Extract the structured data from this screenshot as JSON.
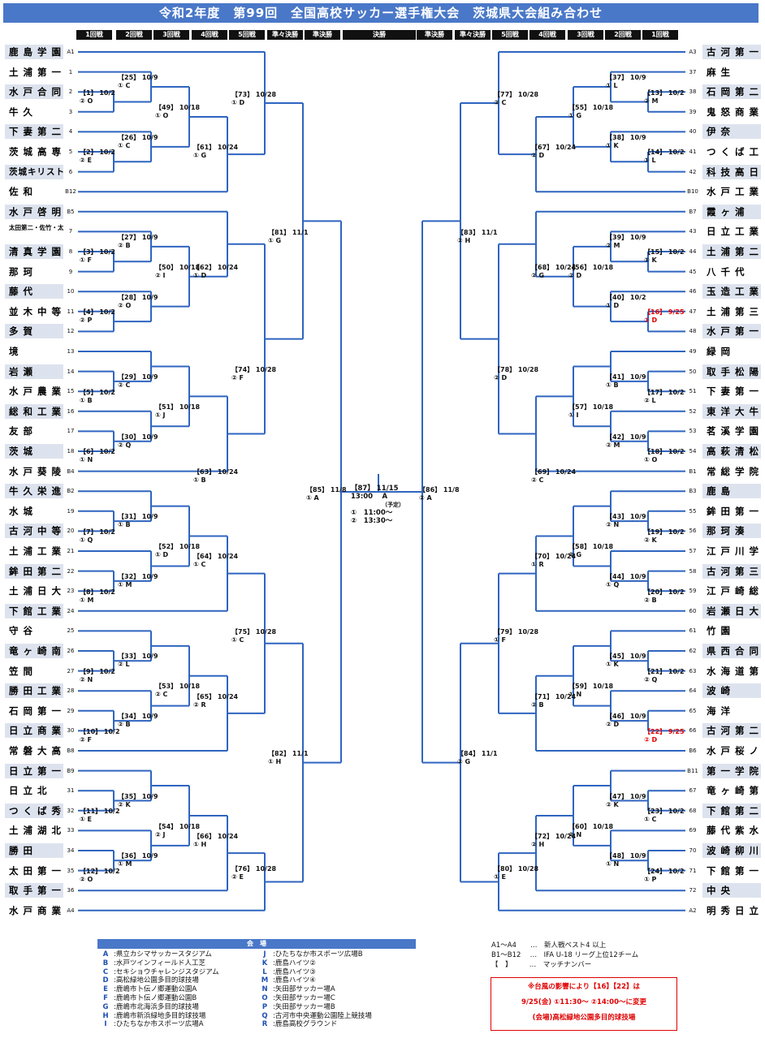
{
  "title": "令和2年度　第99回　全国高校サッカー選手権大会　茨城県大会組み合わせ",
  "round_headers_left": [
    "1回戦",
    "2回戦",
    "3回戦",
    "4回戦",
    "5回戦",
    "準々決勝",
    "準決勝",
    "決勝"
  ],
  "round_headers_right": [
    "準決勝",
    "準々決勝",
    "5回戦",
    "4回戦",
    "3回戦",
    "2回戦",
    "1回戦"
  ],
  "left_teams": [
    {
      "name": "鹿島学園",
      "seed": "A1"
    },
    {
      "name": "土浦第一",
      "seed": "1"
    },
    {
      "name": "水戸合同",
      "seed": "2"
    },
    {
      "name": "牛久",
      "seed": "3"
    },
    {
      "name": "下妻第二",
      "seed": "4"
    },
    {
      "name": "茨城高専",
      "seed": "5"
    },
    {
      "name": "茨城キリスト",
      "seed": "6"
    },
    {
      "name": "佐和",
      "seed": "B12"
    },
    {
      "name": "水戸啓明",
      "seed": "B5"
    },
    {
      "name": "太田第二・佐竹・太田西山",
      "seed": "7"
    },
    {
      "name": "清真学園",
      "seed": "8"
    },
    {
      "name": "那珂",
      "seed": "9"
    },
    {
      "name": "藤代",
      "seed": "10"
    },
    {
      "name": "並木中等",
      "seed": "11"
    },
    {
      "name": "多賀",
      "seed": "12"
    },
    {
      "name": "境",
      "seed": "13"
    },
    {
      "name": "岩瀬",
      "seed": "14"
    },
    {
      "name": "水戸農業",
      "seed": "15"
    },
    {
      "name": "総和工業",
      "seed": "16"
    },
    {
      "name": "友部",
      "seed": "17"
    },
    {
      "name": "茨城",
      "seed": "18"
    },
    {
      "name": "水戸葵陵",
      "seed": "B4"
    },
    {
      "name": "牛久栄進",
      "seed": "B2"
    },
    {
      "name": "水城",
      "seed": "19"
    },
    {
      "name": "古河中等",
      "seed": "20"
    },
    {
      "name": "土浦工業",
      "seed": "21"
    },
    {
      "name": "鉾田第二",
      "seed": "22"
    },
    {
      "name": "土浦日大",
      "seed": "23"
    },
    {
      "name": "下館工業",
      "seed": "24"
    },
    {
      "name": "守谷",
      "seed": "25"
    },
    {
      "name": "竜ヶ崎南",
      "seed": "26"
    },
    {
      "name": "笠間",
      "seed": "27"
    },
    {
      "name": "勝田工業",
      "seed": "28"
    },
    {
      "name": "石岡第一",
      "seed": "29"
    },
    {
      "name": "日立商業",
      "seed": "30"
    },
    {
      "name": "常磐大高",
      "seed": "B8"
    },
    {
      "name": "日立第一",
      "seed": "B9"
    },
    {
      "name": "日立北",
      "seed": "31"
    },
    {
      "name": "つくば秀英",
      "seed": "32"
    },
    {
      "name": "土浦湖北",
      "seed": "33"
    },
    {
      "name": "勝田",
      "seed": "34"
    },
    {
      "name": "太田第一",
      "seed": "35"
    },
    {
      "name": "取手第一",
      "seed": "36"
    },
    {
      "name": "水戸商業",
      "seed": "A4"
    }
  ],
  "right_teams": [
    {
      "name": "古河第一",
      "seed": "A3"
    },
    {
      "name": "麻生",
      "seed": "37"
    },
    {
      "name": "石岡第二",
      "seed": "38"
    },
    {
      "name": "鬼怒商業",
      "seed": "39"
    },
    {
      "name": "伊奈",
      "seed": "40"
    },
    {
      "name": "つくば工科",
      "seed": "41"
    },
    {
      "name": "科技高日立",
      "seed": "42"
    },
    {
      "name": "水戸工業",
      "seed": "B10"
    },
    {
      "name": "霞ヶ浦",
      "seed": "B7"
    },
    {
      "name": "日立工業",
      "seed": "43"
    },
    {
      "name": "土浦第二",
      "seed": "44"
    },
    {
      "name": "八千代",
      "seed": "45"
    },
    {
      "name": "玉造工業",
      "seed": "46"
    },
    {
      "name": "土浦第三",
      "seed": "47"
    },
    {
      "name": "水戸第一",
      "seed": "48"
    },
    {
      "name": "緑岡",
      "seed": "49"
    },
    {
      "name": "取手松陽",
      "seed": "50"
    },
    {
      "name": "下妻第一",
      "seed": "51"
    },
    {
      "name": "東洋大牛久",
      "seed": "52"
    },
    {
      "name": "茗溪学園",
      "seed": "53"
    },
    {
      "name": "高萩清松",
      "seed": "54"
    },
    {
      "name": "常総学院",
      "seed": "B1"
    },
    {
      "name": "鹿島",
      "seed": "B3"
    },
    {
      "name": "鉾田第一",
      "seed": "55"
    },
    {
      "name": "那珂湊",
      "seed": "56"
    },
    {
      "name": "江戸川学園",
      "seed": "57"
    },
    {
      "name": "古河第三",
      "seed": "58"
    },
    {
      "name": "江戸崎総合",
      "seed": "59"
    },
    {
      "name": "岩瀬日大",
      "seed": "60"
    },
    {
      "name": "竹園",
      "seed": "61"
    },
    {
      "name": "県西合同",
      "seed": "62"
    },
    {
      "name": "水海道第一",
      "seed": "63"
    },
    {
      "name": "波崎",
      "seed": "64"
    },
    {
      "name": "海洋",
      "seed": "65"
    },
    {
      "name": "古河第二",
      "seed": "66"
    },
    {
      "name": "水戸桜ノ牧",
      "seed": "B6"
    },
    {
      "name": "第一学院",
      "seed": "B11"
    },
    {
      "name": "竜ヶ崎第一",
      "seed": "67"
    },
    {
      "name": "下館第二",
      "seed": "68"
    },
    {
      "name": "藤代紫水",
      "seed": "69"
    },
    {
      "name": "波崎柳川",
      "seed": "70"
    },
    {
      "name": "下館第一",
      "seed": "71"
    },
    {
      "name": "中央",
      "seed": "72"
    },
    {
      "name": "明秀日立",
      "seed": "A2"
    }
  ],
  "left_matches": [
    {
      "t": "【1】 10/2\n② O"
    },
    {
      "t": "【2】 10/2\n② E"
    },
    {
      "t": "【3】 10/2\n① F"
    },
    {
      "t": "【4】 10/2\n② P"
    },
    {
      "t": "【5】 10/2\n① B"
    },
    {
      "t": "【6】 10/2\n① N"
    },
    {
      "t": "【7】 10/2\n① Q"
    },
    {
      "t": "【8】 10/2\n① M"
    },
    {
      "t": "【9】 10/2\n② N"
    },
    {
      "t": "【10】 10/2\n② F"
    },
    {
      "t": "【11】 10/2\n① E"
    },
    {
      "t": "【12】 10/2\n② O"
    },
    {
      "t": "【25】 10/9\n① C"
    },
    {
      "t": "【26】 10/9\n① C"
    },
    {
      "t": "【27】 10/9\n② B"
    },
    {
      "t": "【28】 10/9\n② O"
    },
    {
      "t": "【29】 10/9\n② C"
    },
    {
      "t": "【30】 10/9\n② Q"
    },
    {
      "t": "【31】 10/9\n① B"
    },
    {
      "t": "【32】 10/9\n① M"
    },
    {
      "t": "【33】 10/9\n② L"
    },
    {
      "t": "【34】 10/9\n② B"
    },
    {
      "t": "【35】 10/9\n② K"
    },
    {
      "t": "【36】 10/9\n① M"
    },
    {
      "t": "【49】 10/18\n① O"
    },
    {
      "t": "【50】 10/18\n② I"
    },
    {
      "t": "【51】 10/18\n① J"
    },
    {
      "t": "【52】 10/18\n① D"
    },
    {
      "t": "【53】 10/18\n② C"
    },
    {
      "t": "【54】 10/18\n② J"
    },
    {
      "t": "【61】 10/24\n① G"
    },
    {
      "t": "【62】 10/24\n① D"
    },
    {
      "t": "【63】 10/24\n① B"
    },
    {
      "t": "【64】 10/24\n① C"
    },
    {
      "t": "【65】 10/24\n② R"
    },
    {
      "t": "【66】 10/24\n① H"
    },
    {
      "t": "【73】 10/28\n① D"
    },
    {
      "t": "【74】 10/28\n② F"
    },
    {
      "t": "【75】 10/28\n① C"
    },
    {
      "t": "【76】 10/28\n② E"
    },
    {
      "t": "【81】 11/1\n① G"
    },
    {
      "t": "【82】 11/1\n① H"
    },
    {
      "t": "【85】 11/8\n① A"
    }
  ],
  "right_matches": [
    {
      "t": "【13】 10/2\n② M"
    },
    {
      "t": "【14】 10/2\n① L"
    },
    {
      "t": "【15】 10/2\n① K"
    },
    {
      "t": "【16】 9/25\n① D",
      "red": true
    },
    {
      "t": "【17】 10/2\n② L"
    },
    {
      "t": "【18】 10/2\n① O"
    },
    {
      "t": "【19】 10/2\n② K"
    },
    {
      "t": "【20】 10/2\n② B"
    },
    {
      "t": "【21】 10/2\n② Q"
    },
    {
      "t": "【22】 9/25\n② D",
      "red": true
    },
    {
      "t": "【23】 10/2\n① C"
    },
    {
      "t": "【24】 10/2\n① P"
    },
    {
      "t": "【37】 10/9\n① L"
    },
    {
      "t": "【38】 10/9\n① K"
    },
    {
      "t": "【39】 10/9\n② M"
    },
    {
      "t": "【40】 10/2\n① D"
    },
    {
      "t": "【41】 10/9\n① B"
    },
    {
      "t": "【42】 10/9\n② M"
    },
    {
      "t": "【43】 10/9\n② N"
    },
    {
      "t": "【44】 10/9\n① Q"
    },
    {
      "t": "【45】 10/9\n① K"
    },
    {
      "t": "【46】 10/9\n② D"
    },
    {
      "t": "【47】 10/9\n② K"
    },
    {
      "t": "【48】 10/9\n① N"
    },
    {
      "t": "【55】 10/18\n① G"
    },
    {
      "t": "【56】 10/18\n② D"
    },
    {
      "t": "【57】 10/18\n① I"
    },
    {
      "t": "【58】 10/18\n② G"
    },
    {
      "t": "【59】 10/18\n① N"
    },
    {
      "t": "【60】 10/18\n② N"
    },
    {
      "t": "【67】 10/24\n② D"
    },
    {
      "t": "【68】 10/24\n② G"
    },
    {
      "t": "【69】 10/24\n② C"
    },
    {
      "t": "【70】 10/24\n① R"
    },
    {
      "t": "【71】 10/24\n② B"
    },
    {
      "t": "【72】 10/24\n② H"
    },
    {
      "t": "【77】 10/28\n② C"
    },
    {
      "t": "【78】 10/28\n② D"
    },
    {
      "t": "【79】 10/28\n① F"
    },
    {
      "t": "【80】 10/28\n① E"
    },
    {
      "t": "【83】 11/1\n② H"
    },
    {
      "t": "【84】 11/1\n② G"
    },
    {
      "t": "【86】 11/8\n② A"
    }
  ],
  "final": {
    "line1": "【87】 11/15",
    "line2": "13:00　 A",
    "line3": "（予定）",
    "line4": "①　11:00～",
    "line5": "②　13:30～"
  },
  "venue_header": "会　場",
  "venues": [
    {
      "code": "A",
      "name": "県立カシマサッカースタジアム"
    },
    {
      "code": "B",
      "name": "水戸ツインフィールド人工芝"
    },
    {
      "code": "C",
      "name": "セキショウチャレンジスタジアム"
    },
    {
      "code": "D",
      "name": "高松緑地公園多目的球技場"
    },
    {
      "code": "E",
      "name": "鹿嶋市卜伝ノ郷運動公園A"
    },
    {
      "code": "F",
      "name": "鹿嶋市卜伝ノ郷運動公園B"
    },
    {
      "code": "G",
      "name": "鹿嶋市北海浜多目的球技場"
    },
    {
      "code": "H",
      "name": "鹿嶋市新浜緑地多目的球技場"
    },
    {
      "code": "I",
      "name": "ひたちなか市スポーツ広場A"
    },
    {
      "code": "J",
      "name": "ひたちなか市スポーツ広場B"
    },
    {
      "code": "K",
      "name": "鹿島ハイツ②"
    },
    {
      "code": "L",
      "name": "鹿島ハイツ③"
    },
    {
      "code": "M",
      "name": "鹿島ハイツ④"
    },
    {
      "code": "N",
      "name": "矢田部サッカー場A"
    },
    {
      "code": "O",
      "name": "矢田部サッカー場C"
    },
    {
      "code": "P",
      "name": "矢田部サッカー場B"
    },
    {
      "code": "Q",
      "name": "古河市中央運動公園陸上競技場"
    },
    {
      "code": "R",
      "name": "鹿島高校グラウンド"
    }
  ],
  "legend": [
    "A1～A4　　…　新人戦ベスト4 以上",
    "B1～B12　 …　IFA U-18 リーグ上位12チーム",
    "【　】　　　…　マッチナンバー"
  ],
  "note": {
    "line1": "※台風の影響により【16】【22】は",
    "line2": "9/25(金) ①11:30～ ②14:00～に変更",
    "line3": "(会場)高松緑地公園多目的球技場"
  },
  "colors": {
    "bracket": "#2f65c0",
    "header": "#4a78c8",
    "shade": "#dde3ee",
    "red": "#e00000"
  }
}
